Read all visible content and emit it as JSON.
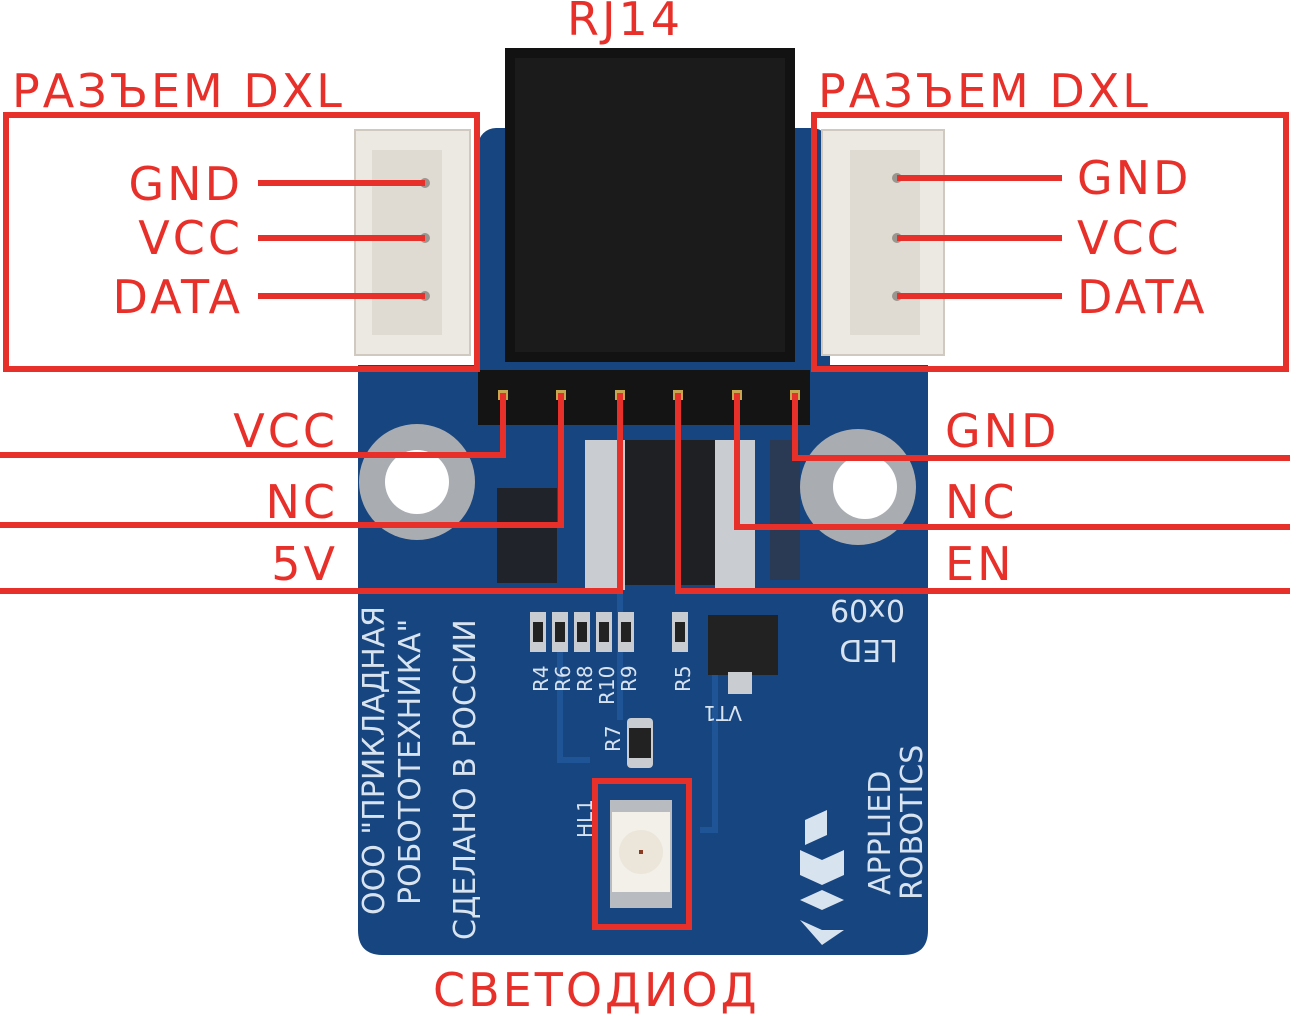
{
  "title": "RJ14",
  "connector_left": {
    "title": "РАЗЪЕМ DXL",
    "pins": [
      "GND",
      "VCC",
      "DATA"
    ]
  },
  "connector_right": {
    "title": "РАЗЪЕМ DXL",
    "pins": [
      "GND",
      "VCC",
      "DATA"
    ]
  },
  "header_left_pins": [
    "VCC",
    "NC",
    "5V"
  ],
  "header_right_pins": [
    "GND",
    "NC",
    "EN"
  ],
  "led_label": "СВЕТОДИОД",
  "silkscreen": {
    "company_line1": "ООО \"ПРИКЛАДНАЯ",
    "company_line2": "РОБОТОТЕХНИКА\"",
    "company_line3": "СДЕЛАНО В РОССИИ",
    "brand_line1": "APPLIED",
    "brand_line2": "ROBOTICS",
    "address": "0x09",
    "type": "LED",
    "refs": [
      "R4",
      "R6",
      "R8",
      "R10",
      "R9",
      "R5",
      "R7",
      "HL1",
      "VT1"
    ]
  },
  "colors": {
    "annotation": "#e8302a",
    "board": "#17457f",
    "connector": "#ece8e2"
  }
}
